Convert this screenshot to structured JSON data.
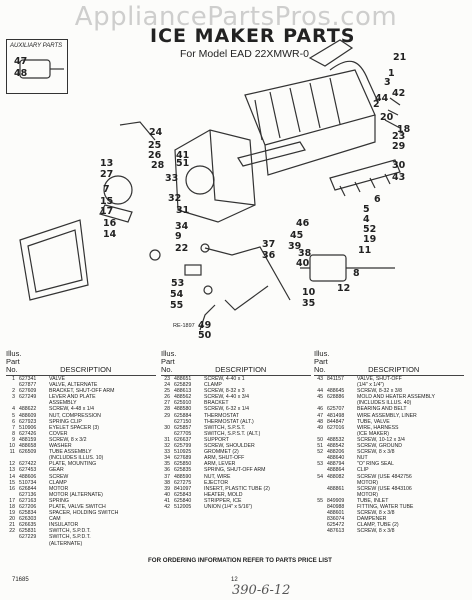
{
  "watermark": "AppliancePartsPros.com",
  "header": {
    "title": "ICE MAKER PARTS",
    "model": "For Model EAD 22XMWR-0"
  },
  "aux_label": "AUXILIARY PARTS",
  "callouts": [
    "47",
    "48",
    "24",
    "25",
    "26",
    "28",
    "33",
    "41",
    "51",
    "32",
    "13",
    "27",
    "7",
    "15",
    "17",
    "16",
    "14",
    "31",
    "34",
    "9",
    "22",
    "21",
    "1",
    "3",
    "42",
    "44",
    "20",
    "18",
    "23",
    "29",
    "30",
    "43",
    "2",
    "6",
    "5",
    "4",
    "52",
    "19",
    "11",
    "8",
    "12",
    "10",
    "35",
    "46",
    "45",
    "39",
    "38",
    "40",
    "37",
    "36",
    "53",
    "54",
    "55",
    "49",
    "50"
  ],
  "code": "RE-1897",
  "table": {
    "head_part": "Illus. Part No.",
    "head_desc": "DESCRIPTION",
    "columns": [
      [
        [
          "1",
          "627341",
          "VALVE"
        ],
        [
          "",
          "627877",
          "VALVE, ALTERNATE"
        ],
        [
          "2",
          "627609",
          "BRACKET, SHUT-OFF ARM"
        ],
        [
          "3",
          "627249",
          "LEVER AND PLATE"
        ],
        [
          "",
          "",
          "ASSEMBLY"
        ],
        [
          "4",
          "488622",
          "SCREW, 4-48 x 1/4"
        ],
        [
          "5",
          "488609",
          "NUT, COMPRESSION"
        ],
        [
          "6",
          "627923",
          "SPRING CLIP"
        ],
        [
          "7",
          "510906",
          "EYELET SPACER (3)"
        ],
        [
          "8",
          "627426",
          "COVER"
        ],
        [
          "9",
          "488159",
          "SCREW, 8 x 3/2"
        ],
        [
          "10",
          "488658",
          "WASHER"
        ],
        [
          "11",
          "626509",
          "TUBE ASSEMBLY"
        ],
        [
          "",
          "",
          "(INCLUDES ILLUS. 10)"
        ],
        [
          "12",
          "627422",
          "PLATE, MOUNTING"
        ],
        [
          "13",
          "627453",
          "GEAR"
        ],
        [
          "14",
          "488606",
          "SCREW"
        ],
        [
          "15",
          "510734",
          "CLAMP"
        ],
        [
          "16",
          "626844",
          "MOTOR"
        ],
        [
          "",
          "627136",
          "MOTOR (ALTERNATE)"
        ],
        [
          "17",
          "627163",
          "SPRING"
        ],
        [
          "18",
          "627206",
          "PLATE, VALVE SWITCH"
        ],
        [
          "19",
          "625834",
          "SPACER, HOLDING SWITCH"
        ],
        [
          "20",
          "626303",
          "CAM"
        ],
        [
          "21",
          "626635",
          "INSULATOR"
        ],
        [
          "22",
          "625831",
          "SWITCH, S.P.D.T."
        ],
        [
          "",
          "627229",
          "SWITCH, S.P.D.T."
        ],
        [
          "",
          "",
          "(ALTERNATE)"
        ]
      ],
      [
        [
          "23",
          "488651",
          "SCREW, 4-40 x 1"
        ],
        [
          "24",
          "625829",
          "CLAMP"
        ],
        [
          "25",
          "488613",
          "SCREW, 8-32 x 3"
        ],
        [
          "26",
          "488562",
          "SCREW, 4-40 x 3/4"
        ],
        [
          "27",
          "625910",
          "BRACKET"
        ],
        [
          "28",
          "488580",
          "SCREW, 6-32 x 1/4"
        ],
        [
          "29",
          "625884",
          "THERMOSTAT"
        ],
        [
          "",
          "627150",
          "THERMOSTAT (ALT.)"
        ],
        [
          "30",
          "625857",
          "SWITCH, S.P.S.T."
        ],
        [
          "",
          "627705",
          "SWITCH, S.P.S.T. (ALT.)"
        ],
        [
          "31",
          "626637",
          "SUPPORT"
        ],
        [
          "32",
          "625799",
          "SCREW, SHOULDER"
        ],
        [
          "33",
          "510925",
          "GROMMET (2)"
        ],
        [
          "34",
          "627689",
          "ARM, SHUT-OFF"
        ],
        [
          "35",
          "625850",
          "ARM, LEVER"
        ],
        [
          "36",
          "625835",
          "SPRING, SHUT-OFF ARM"
        ],
        [
          "37",
          "488590",
          "NUT, WIRE"
        ],
        [
          "38",
          "627275",
          "EJECTOR"
        ],
        [
          "39",
          "841097",
          "INSERT, PLASTIC TUBE (2)"
        ],
        [
          "40",
          "625843",
          "HEATER, MOLD"
        ],
        [
          "41",
          "625840",
          "STRIPPER, ICE"
        ],
        [
          "42",
          "512005",
          "UNION (1/4\" x 5/16\")"
        ]
      ],
      [
        [
          "43",
          "841157",
          "VALVE, SHUT-OFF"
        ],
        [
          "",
          "",
          "(1/4\" x 1/4\")"
        ],
        [
          "44",
          "488645",
          "SCREW, 8-32 x 3/8"
        ],
        [
          "45",
          "628886",
          "MOLD AND HEATER ASSEMBLY"
        ],
        [
          "",
          "",
          "(INCLUDES ILLUS. 40)"
        ],
        [
          "46",
          "625707",
          "BEARING AND BELT"
        ],
        [
          "47",
          "481498",
          "WIRE ASSEMBLY, LINER"
        ],
        [
          "48",
          "844847",
          "TUBE, VALVE"
        ],
        [
          "49",
          "627016",
          "WIRE, HARNESS"
        ],
        [
          "",
          "",
          "(ICE MAKER)"
        ],
        [
          "50",
          "488532",
          "SCREW, 10-12 x 3/4"
        ],
        [
          "51",
          "488542",
          "SCREW, GROUND"
        ],
        [
          "52",
          "488206",
          "SCREW, 8 x 3/8"
        ],
        [
          "",
          "488640",
          "NUT"
        ],
        [
          "53",
          "488794",
          "\"O\" RING SEAL"
        ],
        [
          "",
          "488864",
          "CLIP"
        ],
        [
          "54",
          "488082",
          "SCREW (USE 4842756"
        ],
        [
          "",
          "",
          "MOTOR)"
        ],
        [
          "",
          "488861",
          "SCREW (USE 4843106"
        ],
        [
          "",
          "",
          "MOTOR)"
        ],
        [
          "55",
          "849909",
          "TUBE, INLET"
        ],
        [
          "",
          "840988",
          "FITTING, WATER TUBE"
        ],
        [
          "",
          "488601",
          "SCREW, 8 x 3/8"
        ],
        [
          "",
          "836074",
          "DAMPENER"
        ],
        [
          "",
          "625472",
          "CLAMP, TUBE (2)"
        ],
        [
          "",
          "487613",
          "SCREW, 8 x 3/8"
        ]
      ]
    ]
  },
  "footer": {
    "order_text": "FOR ORDERING INFORMATION REFER TO PARTS PRICE LIST",
    "doc_code": "71685",
    "page": "12",
    "handwritten": "390-6-12"
  }
}
